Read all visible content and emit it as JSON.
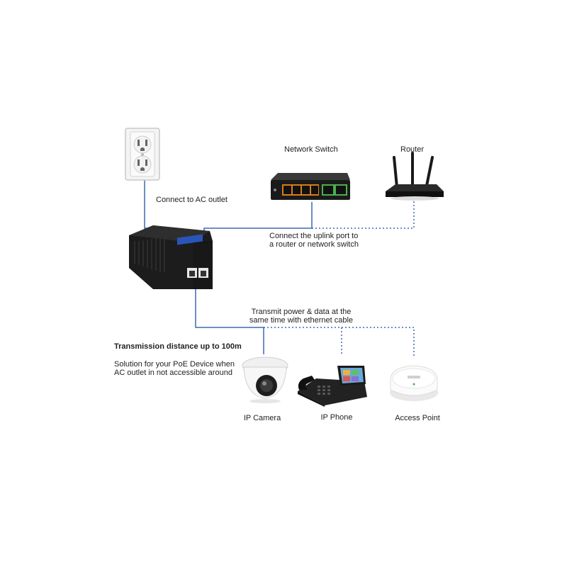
{
  "labels": {
    "ac_outlet": "Connect to AC outlet",
    "network_switch": "Network Switch",
    "router": "Router",
    "uplink_line1": "Connect the uplink port to",
    "uplink_line2": "a router or network switch",
    "transmit_line1": "Transmit power & data at the",
    "transmit_line2": "same time with ethernet cable",
    "distance": "Transmission distance up to 100m",
    "solution_line1": "Solution for your PoE Device when",
    "solution_line2": "AC outlet in not accessible around",
    "ip_camera": "IP Camera",
    "ip_phone": "IP Phone",
    "access_point": "Access Point"
  },
  "colors": {
    "cable": "#3a6ab5",
    "device_dark": "#1c1c1c",
    "port_orange": "#d97b1a",
    "port_green": "#4caf50",
    "badge_blue": "#2a55b8"
  },
  "icons": [
    "ac-outlet-icon",
    "poe-injector-icon",
    "network-switch-icon",
    "router-icon",
    "ip-camera-icon",
    "ip-phone-icon",
    "access-point-icon"
  ]
}
